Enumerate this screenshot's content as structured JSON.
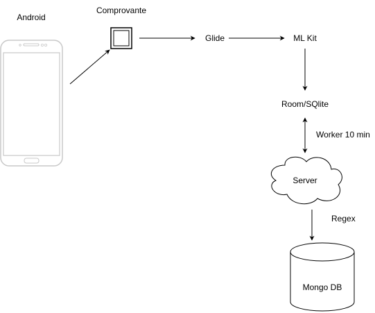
{
  "nodes": {
    "android": {
      "label": "Android",
      "icon": "smartphone-icon"
    },
    "comprovante": {
      "label": "Comprovante",
      "icon": "document-square-icon"
    },
    "glide": {
      "label": "Glide"
    },
    "mlkit": {
      "label": "ML Kit"
    },
    "room": {
      "label": "Room/SQlite"
    },
    "server": {
      "label": "Server",
      "icon": "cloud-icon"
    },
    "mongo": {
      "label": "Mongo DB",
      "icon": "database-cylinder-icon"
    }
  },
  "edges": {
    "room_server": {
      "label": "Worker 10 min"
    },
    "server_mongo": {
      "label": "Regex"
    }
  },
  "colors": {
    "stroke": "#000000",
    "phone_outline": "#c8c8c8",
    "background": "#ffffff"
  }
}
